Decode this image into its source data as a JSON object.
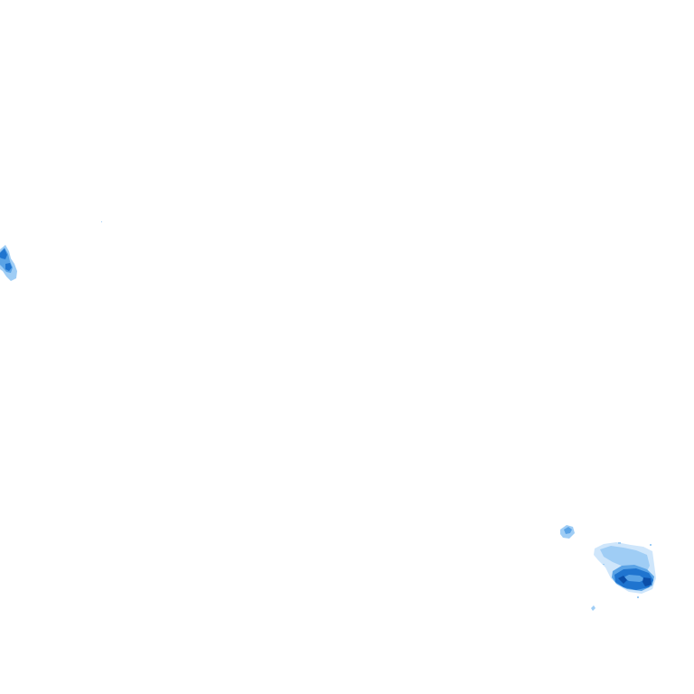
{
  "map": {
    "kind": "weather-radar-overlay",
    "background_color": "#ffffff",
    "legend_shown": false,
    "labels_shown": false,
    "palette": {
      "very_light": "#cfe6fb",
      "light": "#9fcdf5",
      "medium": "#5aa3e6",
      "strong": "#1f74cf",
      "very_strong": "#0b4ea8"
    },
    "echo_regions": [
      {
        "name": "west-edge-cell",
        "intensity_levels": [
          "light",
          "medium",
          "strong"
        ]
      },
      {
        "name": "south-east-small-cell",
        "intensity_levels": [
          "light",
          "medium"
        ]
      },
      {
        "name": "south-east-main-cell",
        "intensity_levels": [
          "very_light",
          "light",
          "medium",
          "strong",
          "very_strong"
        ]
      },
      {
        "name": "south-east-isolated-speck",
        "intensity_levels": [
          "light"
        ]
      }
    ]
  }
}
